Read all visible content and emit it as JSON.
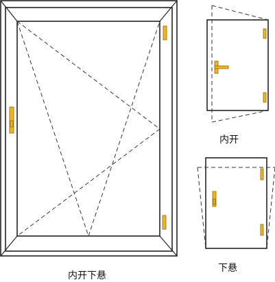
{
  "labels": {
    "main_window": "内开下悬",
    "inward_opening": "内开",
    "bottom_hung": "下悬"
  },
  "colors": {
    "frame": "#222222",
    "hardware_fill": "#f2b51f",
    "hardware_stroke": "#8a6a10",
    "background": "#ffffff"
  }
}
